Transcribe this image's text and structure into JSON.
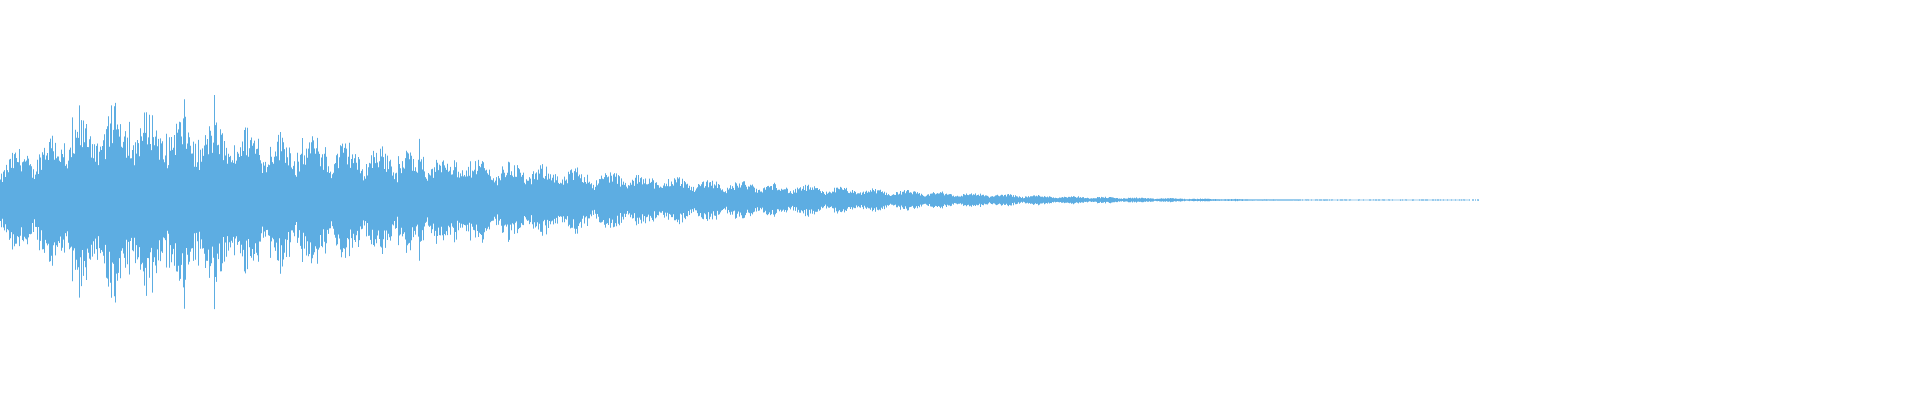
{
  "waveform": {
    "color": "#5DADE2",
    "background": "#FFFFFF",
    "description_visible_text": "",
    "peak_amplitude": 0.95,
    "attack_fraction": 0.06,
    "decay_end_fraction": 0.77,
    "noise_tail_end_fraction": 0.77
  }
}
